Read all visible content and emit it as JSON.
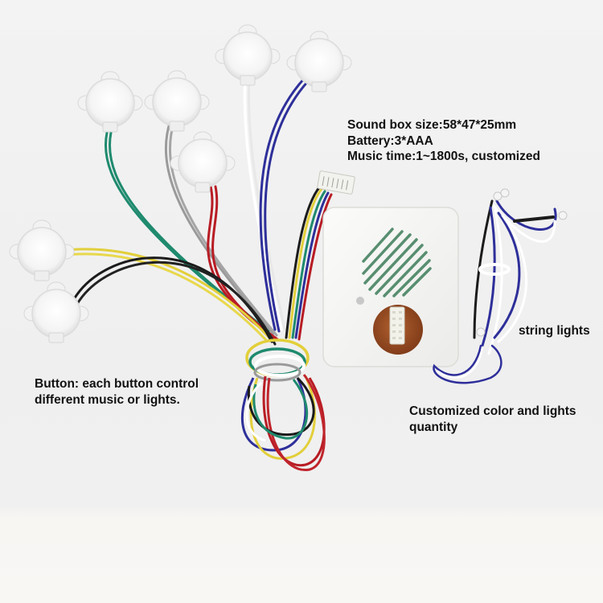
{
  "specs": {
    "lines": [
      "Sound box size:58*47*25mm",
      "Battery:3*AAA",
      "Music time:1~1800s, customized"
    ]
  },
  "annotations": {
    "button": [
      "Button: each button control",
      "different music or lights."
    ],
    "string_lights": "string lights",
    "customized": [
      "Customized color and lights",
      "quantity"
    ]
  },
  "colors": {
    "background": "#f1f1f1",
    "box": "#f7f7f5",
    "pcb": "#9a4b22",
    "wire_blue": "#2e2f9a",
    "wire_green": "#1f8a6e",
    "wire_gray": "#9a9a9a",
    "wire_red": "#b81c24",
    "wire_yellow": "#e2cf3a",
    "wire_black": "#1b1b1b",
    "wire_white": "#fafafa"
  }
}
